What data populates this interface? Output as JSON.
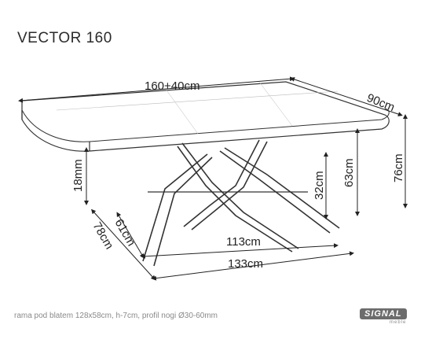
{
  "title": "VECTOR 160",
  "dimensions": {
    "length": "160+40cm",
    "depth": "90cm",
    "height": "76cm",
    "top_thickness": "18mm",
    "leg_height_upper": "63cm",
    "leg_height_lower": "32cm",
    "base_depth_outer": "78cm",
    "base_depth_inner": "61cm",
    "base_length_inner": "113cm",
    "base_length_outer": "133cm"
  },
  "caption": "rama pod blatem 128x58cm, h-7cm, profil nogi Ø30-60mm",
  "brand": {
    "name": "SIGNAL",
    "sub": "meble"
  }
}
